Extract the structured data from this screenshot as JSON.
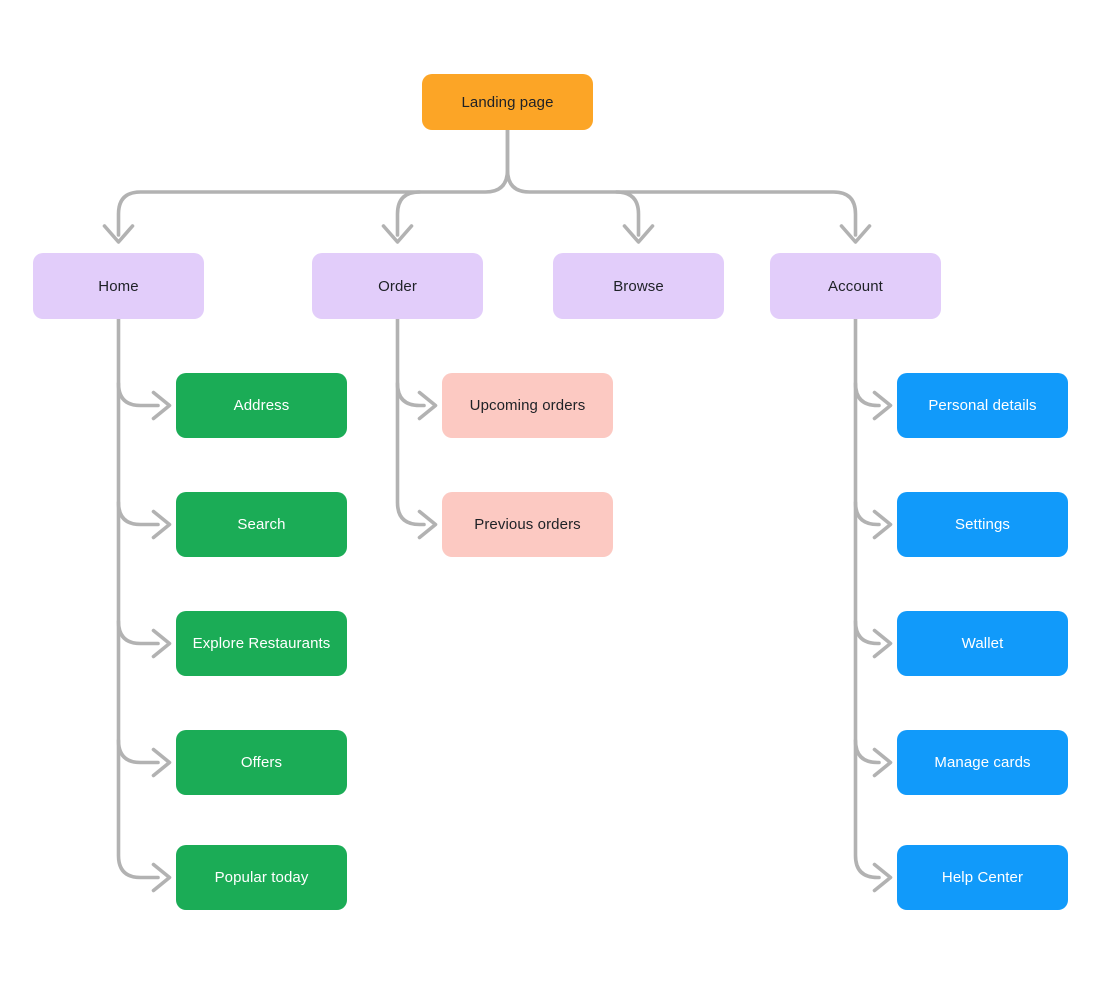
{
  "colors": {
    "root_fill": "#FCA526",
    "level1_fill": "#E2CDFA",
    "home_child_fill": "#1BAC56",
    "order_child_fill": "#FCC9C2",
    "account_child_fill": "#119AFA",
    "connector": "#B2B2B2",
    "text_dark": "#1E2126",
    "text_light": "#FFFFFF",
    "background": "#FFFFFF"
  },
  "diagram": {
    "root": {
      "label": "Landing page"
    },
    "sections": [
      {
        "label": "Home",
        "children": [
          "Address",
          "Search",
          "Explore Restaurants",
          "Offers",
          "Popular today"
        ]
      },
      {
        "label": "Order",
        "children": [
          "Upcoming orders",
          "Previous orders"
        ]
      },
      {
        "label": "Browse",
        "children": []
      },
      {
        "label": "Account",
        "children": [
          "Personal details",
          "Settings",
          "Wallet",
          "Manage cards",
          "Help Center"
        ]
      }
    ]
  }
}
